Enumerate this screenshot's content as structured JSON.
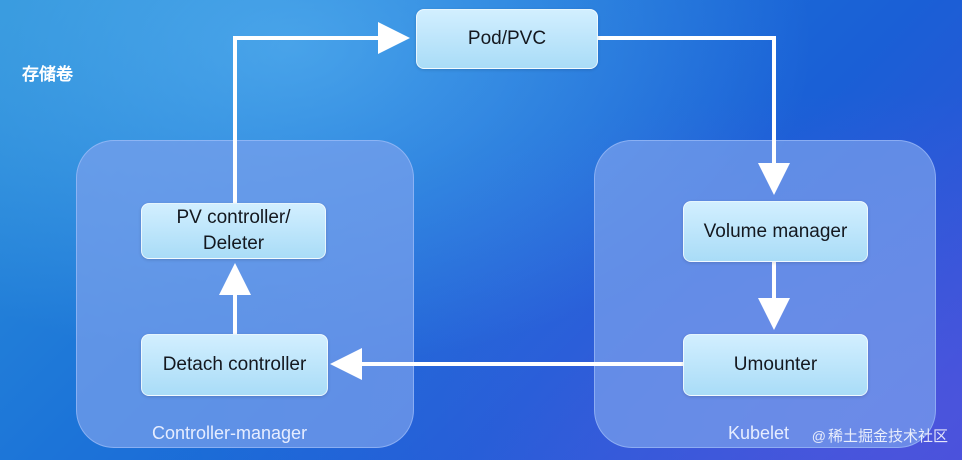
{
  "title": "存储卷",
  "nodes": {
    "pod_pvc": "Pod/PVC",
    "pv_controller": "PV controller/ Deleter",
    "detach_controller": "Detach controller",
    "volume_manager": "Volume manager",
    "umounter": "Umounter"
  },
  "groups": {
    "controller_manager": "Controller-manager",
    "kubelet": "Kubelet"
  },
  "watermark": "稀土掘金技术社区",
  "colors": {
    "node_fill": "#bfe6fb",
    "group_fill": "#7aa0eb",
    "arrow": "#ffffff"
  }
}
